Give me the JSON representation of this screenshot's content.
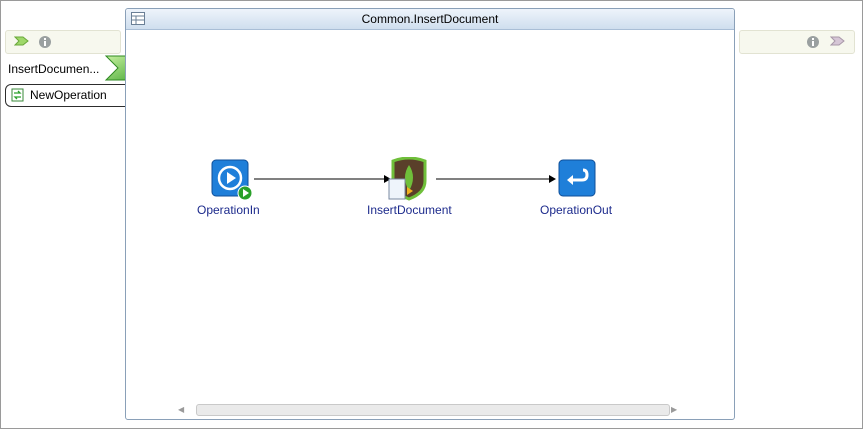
{
  "window": {
    "title": "Common.InsertDocument"
  },
  "service": {
    "name": "InsertDocumen..."
  },
  "operation": {
    "label": "NewOperation"
  },
  "nodes": [
    {
      "id": "operation-in",
      "label": "OperationIn"
    },
    {
      "id": "insert-document",
      "label": "InsertDocument"
    },
    {
      "id": "operation-out",
      "label": "OperationOut"
    }
  ],
  "icons": {
    "service_arrow": "service-chevron-icon",
    "drop": "dropdown-triangle-icon",
    "operation": "operation-sync-icon",
    "play": "play-icon",
    "info": "info-icon",
    "grid": "grid-icon"
  },
  "colors": {
    "node_label": "#1c2a8c",
    "accent_green": "#2aa02a",
    "node_blue": "#1f7fd9"
  }
}
